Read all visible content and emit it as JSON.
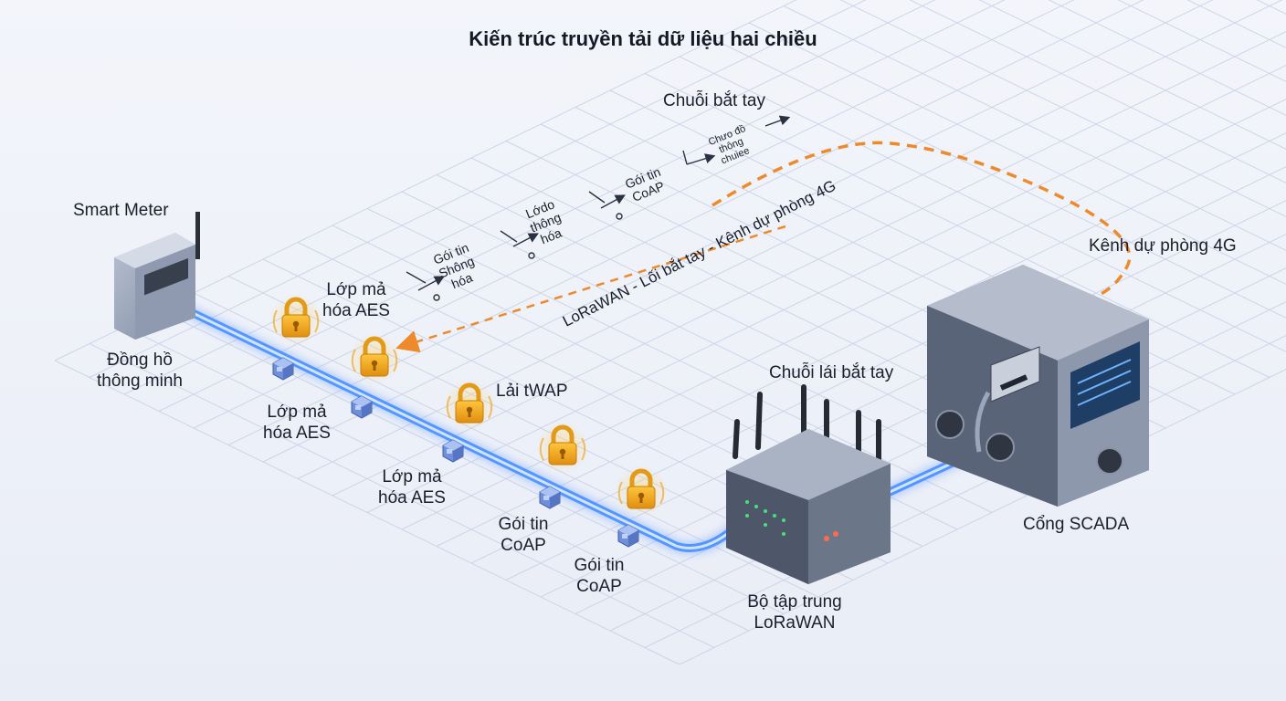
{
  "title": "Kiến trúc truyền tải dữ liệu hai chiều",
  "devices": {
    "meter_top": "Smart Meter",
    "meter_bottom_line1": "Đồng hồ",
    "meter_bottom_line2": "thông minh",
    "concentrator_line1": "Bộ tập trung",
    "concentrator_line2": "LoRaWAN",
    "scada": "Cổng SCADA"
  },
  "link_labels": {
    "handshake_chain": "Chuỗi bắt tay",
    "handshake_chain_alt": "Chuỗi lái bắt tay",
    "backup_4g": "Kênh dự phòng 4G",
    "diagonal_route": "LoRaWAN - Lối bắt tay - Kênh dự phòng 4G"
  },
  "encryption_labels": {
    "aes_top_line1": "Lớp mả",
    "aes_top_line2": "hóa AES",
    "aes_mid_line1": "Lớp mả",
    "aes_mid_line2": "hóa AES",
    "aes_low_line1": "Lớp mả",
    "aes_low_line2": "hóa AES",
    "twap": "Lải tWAP"
  },
  "packet_labels": {
    "coap1_line1": "Gói tin",
    "coap1_line2": "CoAP",
    "coap2_line1": "Gói tin",
    "coap2_line2": "CoAP"
  },
  "sequence_labels": {
    "s1_l1": "Gói tin",
    "s1_l2": "Shông",
    "s1_l3": "hóa",
    "s2_l1": "Lớdo",
    "s2_l2": "thông",
    "s2_l3": "hóa",
    "s3_l1": "Gói tin",
    "s3_l2": "CoAP",
    "s4_l1": "Chưo đồ",
    "s4_l2": "thông",
    "s4_l3": "chuiee"
  },
  "colors": {
    "fiber": "#3d8bff",
    "backup_dash": "#ee8a2c",
    "lock": "#f0a826",
    "grid": "#c9d2e6"
  },
  "icons": {
    "lock": "padlock-icon",
    "packet": "packet-cube-icon",
    "antenna": "antenna-icon"
  }
}
